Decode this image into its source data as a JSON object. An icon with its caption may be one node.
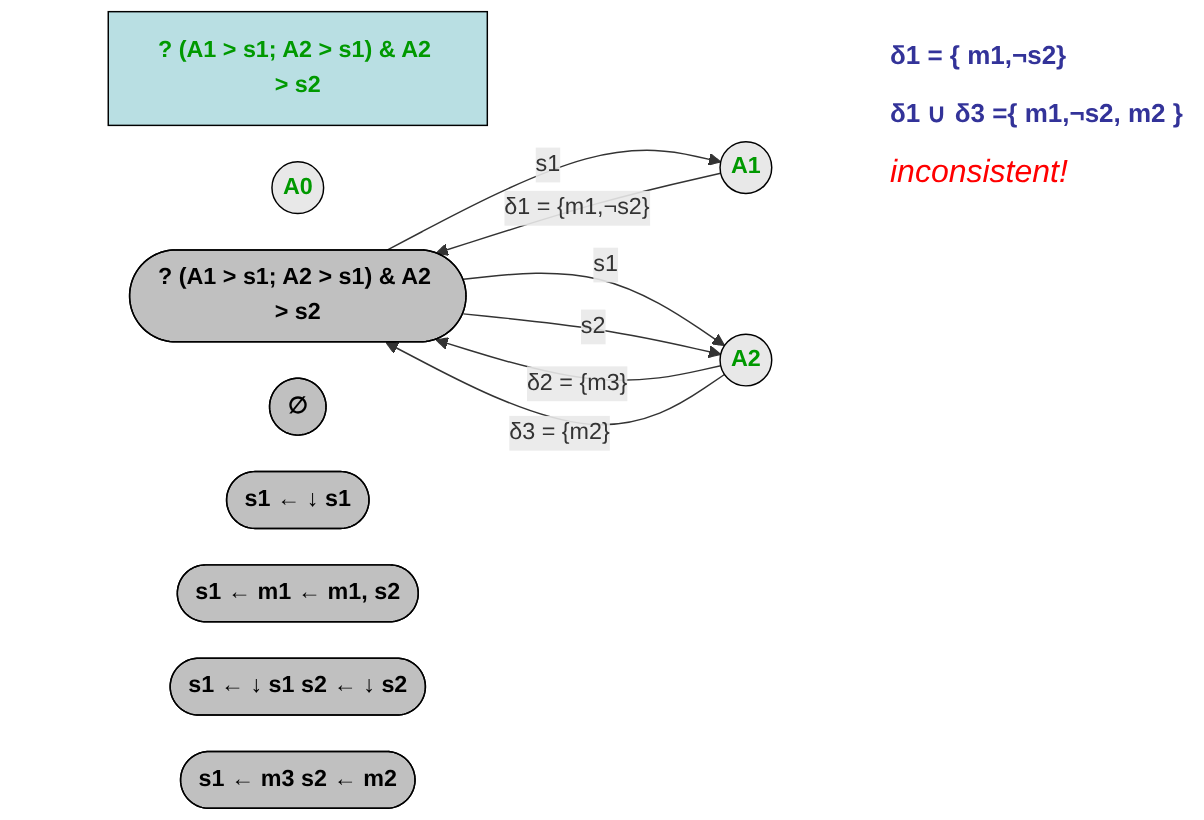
{
  "diagram": {
    "nodes": [
      {
        "text": [
          "? (A1 > s1; A2 > s1) & A2 > s2"
        ]
      },
      {
        "text": [
          "A0"
        ]
      },
      {
        "text": [
          "? (A1 > s1; A2 > s1) & A2 > s2"
        ]
      },
      {
        "text": [
          "∅"
        ]
      },
      {
        "text": [
          "A1"
        ]
      },
      {
        "text": [
          "s1 ← ↓ s1"
        ]
      },
      {
        "text": [
          "s1 ← m1 ← m1, s2"
        ]
      },
      {
        "text": [
          "A2"
        ]
      },
      {
        "text": [
          "s1 ← ↓ s1 s2 ← ↓ s2"
        ]
      },
      {
        "text": [
          "s1 ← m3 s2 ← m2"
        ]
      }
    ],
    "edges": [
      {
        "from": 4,
        "to": 2,
        "arrow": "to",
        "label": "δ1 = {m1,¬s2}"
      },
      {
        "from": 2,
        "to": 4,
        "arrow": "to",
        "label": "s1"
      },
      {
        "from": 2,
        "to": 7,
        "arrow": "to",
        "label": "s1"
      },
      {
        "from": 2,
        "to": 7,
        "arrow": "to",
        "label": "s2"
      },
      {
        "from": 7,
        "to": 2,
        "arrow": "to",
        "label": "δ2 = {m3}"
      },
      {
        "from": 7,
        "to": 2,
        "arrow": "to",
        "label": "δ3 = {m2}"
      }
    ],
    "labels": [
      "δ1 = { m1,¬s2}",
      "δ1 ∪ δ3 ={ m1,¬s2, m2 }",
      "inconsistent!"
    ]
  }
}
